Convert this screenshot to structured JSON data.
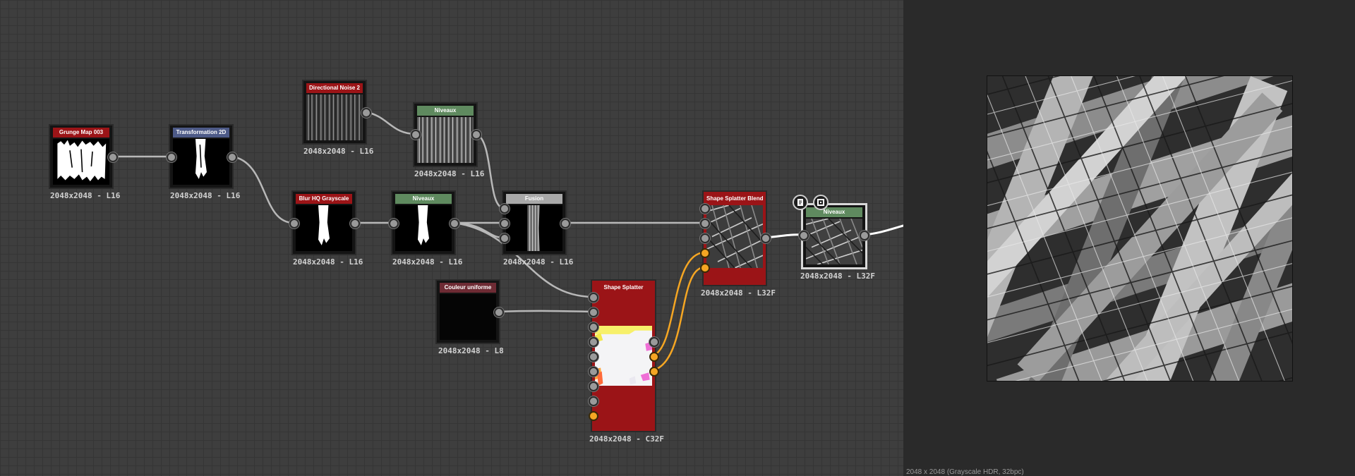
{
  "colors": {
    "header_red": "#9b1417",
    "header_blue": "#4d5a87",
    "header_green": "#5f8a5f",
    "header_gray": "#a9a9a9",
    "header_maroon": "#6e2b34",
    "wire": "#b4b4b4",
    "wire_orange": "#f5a623"
  },
  "nodes": {
    "grunge": {
      "title": "Grunge Map 003",
      "label": "2048x2048 - L16"
    },
    "transform": {
      "title": "Transformation 2D",
      "label": "2048x2048 - L16"
    },
    "dirnoise": {
      "title": "Directional Noise 2",
      "label": "2048x2048 - L16"
    },
    "niveaux1": {
      "title": "Niveaux",
      "label": "2048x2048 - L16"
    },
    "blur": {
      "title": "Blur HQ Grayscale",
      "label": "2048x2048 - L16"
    },
    "niveaux2": {
      "title": "Niveaux",
      "label": "2048x2048 - L16"
    },
    "fusion": {
      "title": "Fusion",
      "label": "2048x2048 - L16"
    },
    "couleur": {
      "title": "Couleur uniforme",
      "label": "2048x2048 - L8"
    },
    "splatter": {
      "title": "Shape Splatter",
      "label": "2048x2048 - C32F"
    },
    "blend": {
      "title": "Shape Splatter Blend",
      "label": "2048x2048 - L32F"
    },
    "niveaux3": {
      "title": "Niveaux",
      "label": "2048x2048 - L32F"
    }
  },
  "viewer": {
    "status": "2048 x 2048 (Grayscale HDR, 32bpc)"
  }
}
